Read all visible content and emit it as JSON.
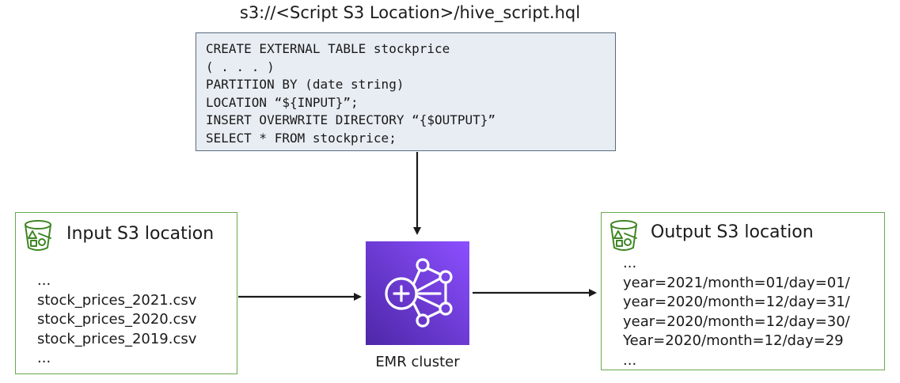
{
  "script": {
    "location": "s3://<Script S3 Location>/hive_script.hql",
    "lines": [
      "CREATE EXTERNAL TABLE stockprice",
      "( . . . )",
      "PARTITION BY (date string)",
      "LOCATION “${INPUT}”;",
      "INSERT OVERWRITE DIRECTORY “{$OUTPUT}”",
      "SELECT * FROM stockprice;"
    ]
  },
  "input": {
    "title": "Input S3 location",
    "icon": "s3-bucket-icon",
    "items": [
      "...",
      "stock_prices_2021.csv",
      "stock_prices_2020.csv",
      "stock_prices_2019.csv",
      "..."
    ]
  },
  "output": {
    "title": "Output S3 location",
    "icon": "s3-bucket-icon",
    "items": [
      "...",
      "year=2021/month=01/day=01/",
      "year=2020/month=12/day=31/",
      "year=2020/month=12/day=30/",
      "Year=2020/month=12/day=29",
      "..."
    ]
  },
  "emr": {
    "label": "EMR cluster",
    "icon": "emr-icon"
  },
  "colors": {
    "code_bg": "#e8edf3",
    "code_border": "#5a6b80",
    "s3_border": "#6aa84f",
    "s3_icon": "#3f8624",
    "emr_start": "#4d27a8",
    "emr_end": "#8c4fff",
    "arrow": "#1a1a1a"
  }
}
